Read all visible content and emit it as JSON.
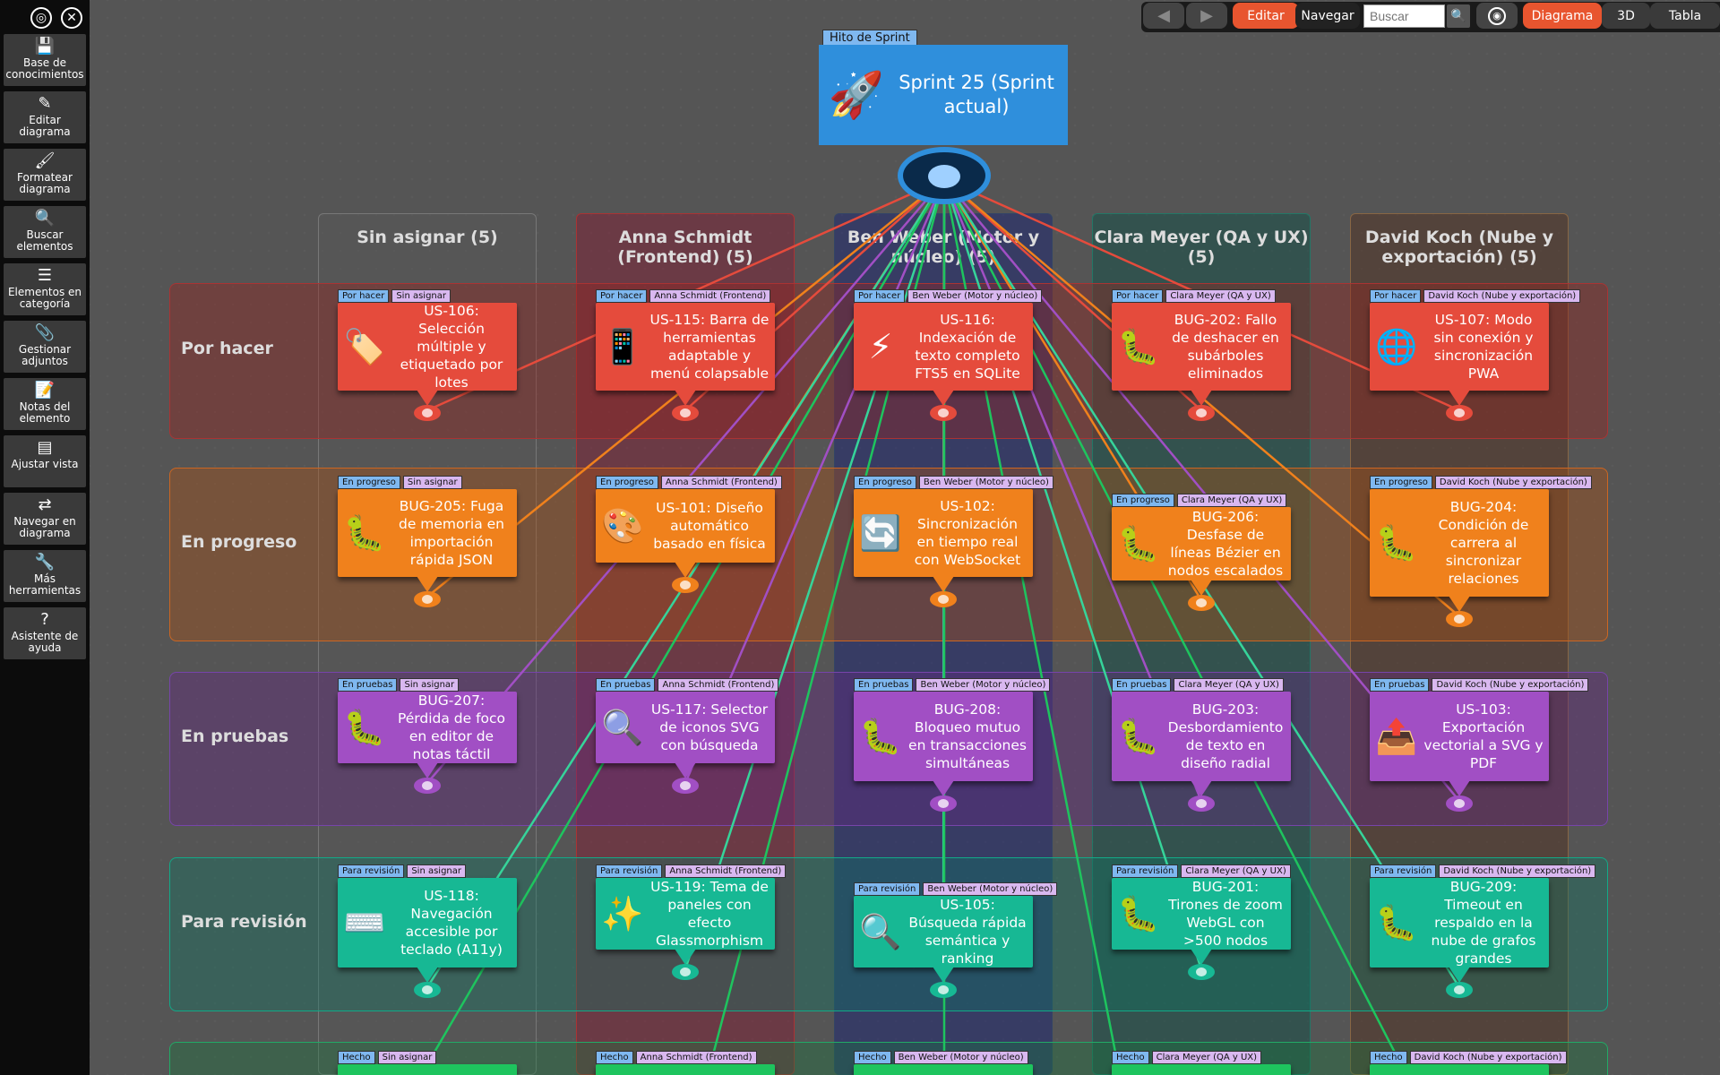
{
  "sidebar": {
    "top_icons": [
      "target-icon",
      "close-icon"
    ],
    "items": [
      {
        "icon": "save-icon",
        "glyph": "💾",
        "label": "Base de conocimientos"
      },
      {
        "icon": "pencil-icon",
        "glyph": "✎",
        "label": "Editar diagrama"
      },
      {
        "icon": "brush-icon",
        "glyph": "🖌",
        "label": "Formatear diagrama"
      },
      {
        "icon": "search-icon",
        "glyph": "🔍",
        "label": "Buscar elementos"
      },
      {
        "icon": "list-icon",
        "glyph": "☰",
        "label": "Elementos en categoría"
      },
      {
        "icon": "attachment-icon",
        "glyph": "📎",
        "label": "Gestionar adjuntos"
      },
      {
        "icon": "notes-icon",
        "glyph": "📝",
        "label": "Notas del elemento"
      },
      {
        "icon": "view-icon",
        "glyph": "▤",
        "label": "Ajustar vista"
      },
      {
        "icon": "swap-icon",
        "glyph": "⇄",
        "label": "Navegar en diagrama"
      },
      {
        "icon": "wrench-icon",
        "glyph": "🔧",
        "label": "Más herramientas"
      },
      {
        "icon": "help-icon",
        "glyph": "?",
        "label": "Asistente de ayuda"
      }
    ]
  },
  "toolbar": {
    "back": "◀",
    "forward": "▶",
    "edit": "Editar",
    "navigate": "Navegar",
    "search_placeholder": "Buscar",
    "diagram": "Diagrama",
    "three_d": "3D",
    "table": "Tabla"
  },
  "sprint": {
    "tag": "Hito de Sprint",
    "emoji": "🚀",
    "title": "Sprint 25 (Sprint actual)"
  },
  "columns": [
    "Sin asignar (5)",
    "Anna Schmidt (Frontend) (5)",
    "Ben Weber (Motor y núcleo) (5)",
    "Clara Meyer (QA y UX) (5)",
    "David Koch (Nube y exportación) (5)"
  ],
  "lanes": [
    "Por hacer",
    "En progreso",
    "En pruebas",
    "Para revisión",
    "Hecho"
  ],
  "people": [
    "Sin asignar",
    "Anna Schmidt (Frontend)",
    "Ben Weber (Motor y núcleo)",
    "Clara Meyer (QA y UX)",
    "David Koch (Nube y exportación)"
  ],
  "cards": [
    [
      {
        "emoji": "🏷️",
        "title": "US-106: Selección múltiple y etiquetado por lotes"
      },
      {
        "emoji": "📱",
        "title": "US-115: Barra de herramientas adaptable y menú colapsable"
      },
      {
        "emoji": "⚡",
        "title": "US-116: Indexación de texto completo FTS5 en SQLite"
      },
      {
        "emoji": "🐛",
        "title": "BUG-202: Fallo de deshacer en subárboles eliminados"
      },
      {
        "emoji": "🌐",
        "title": "US-107: Modo sin conexión y sincronización PWA"
      }
    ],
    [
      {
        "emoji": "🐛",
        "title": "BUG-205: Fuga de memoria en importación rápida JSON"
      },
      {
        "emoji": "🎨",
        "title": "US-101: Diseño automático basado en física"
      },
      {
        "emoji": "🔄",
        "title": "US-102: Sincronización en tiempo real con WebSocket"
      },
      {
        "emoji": "🐛",
        "title": "BUG-206: Desfase de líneas Bézier en nodos escalados"
      },
      {
        "emoji": "🐛",
        "title": "BUG-204: Condición de carrera al sincronizar relaciones"
      }
    ],
    [
      {
        "emoji": "🐛",
        "title": "BUG-207: Pérdida de foco en editor de notas táctil"
      },
      {
        "emoji": "🔍",
        "title": "US-117: Selector de iconos SVG con búsqueda"
      },
      {
        "emoji": "🐛",
        "title": "BUG-208: Bloqueo mutuo en transacciones simultáneas"
      },
      {
        "emoji": "🐛",
        "title": "BUG-203: Desbordamiento de texto en diseño radial"
      },
      {
        "emoji": "📤",
        "title": "US-103: Exportación vectorial a SVG y PDF"
      }
    ],
    [
      {
        "emoji": "⌨️",
        "title": "US-118: Navegación accesible por teclado (A11y)"
      },
      {
        "emoji": "✨",
        "title": "US-119: Tema de paneles con efecto Glassmorphism"
      },
      {
        "emoji": "🔍",
        "title": "US-105: Búsqueda rápida semántica y ranking"
      },
      {
        "emoji": "🐛",
        "title": "BUG-201: Tirones de zoom WebGL con >500 nodos"
      },
      {
        "emoji": "🐛",
        "title": "BUG-209: Timeout en respaldo en la nube de grafos grandes"
      }
    ]
  ],
  "colors": {
    "por_hacer": "#e54b3c",
    "en_progreso": "#f0811c",
    "en_pruebas": "#a14fc4",
    "para_revision": "#17b894",
    "hecho": "#1ec45e",
    "sprint": "#2f8fdc",
    "accent": "#e8552f"
  }
}
